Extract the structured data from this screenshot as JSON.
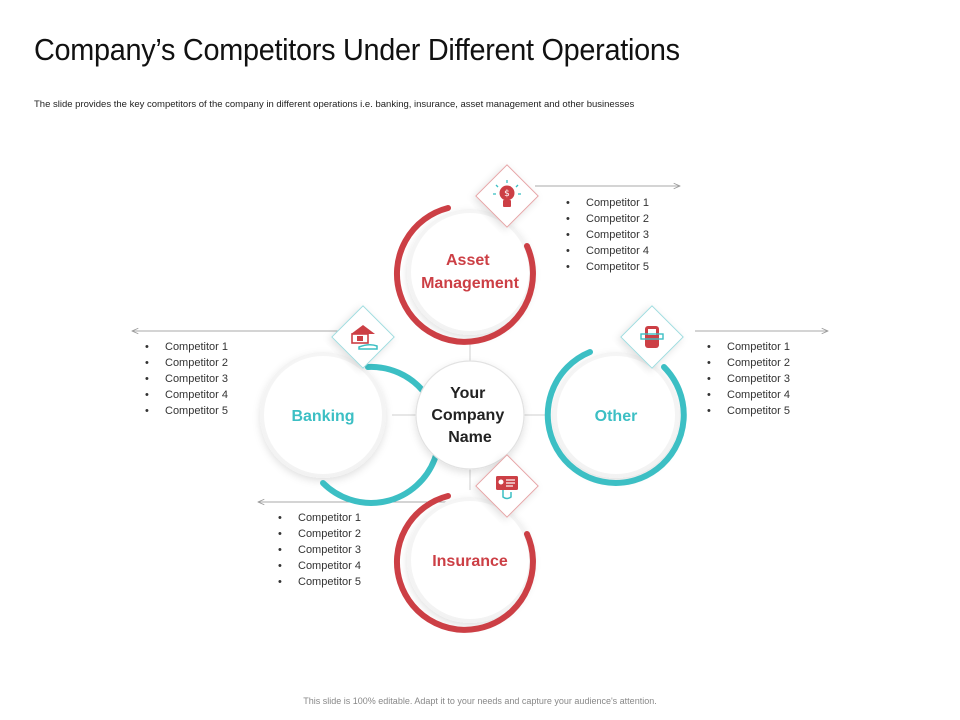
{
  "title": "Company’s Competitors Under Different Operations",
  "subtitle": "The slide provides the key competitors  of the company in different operations i.e. banking, insurance, asset management and other businesses",
  "footer": "This slide is 100% editable. Adapt it to your needs and capture your audience's attention.",
  "center": {
    "lines": [
      "Your",
      "Company",
      "Name"
    ]
  },
  "colors": {
    "red": "#cc3f45",
    "teal": "#3cbfc4"
  },
  "nodes": {
    "asset": {
      "label_lines": [
        "Asset",
        "Management"
      ],
      "icon": "lightbulb-dollar-icon",
      "competitors": [
        "Competitor 1",
        "Competitor 2",
        "Competitor 3",
        "Competitor 4",
        "Competitor 5"
      ]
    },
    "banking": {
      "label_lines": [
        "Banking"
      ],
      "icon": "bank-hand-icon",
      "competitors": [
        "Competitor 1",
        "Competitor 2",
        "Competitor 3",
        "Competitor 4",
        "Competitor 5"
      ]
    },
    "other": {
      "label_lines": [
        "Other"
      ],
      "icon": "card-terminal-icon",
      "competitors": [
        "Competitor 1",
        "Competitor 2",
        "Competitor 3",
        "Competitor 4",
        "Competitor 5"
      ]
    },
    "insurance": {
      "label_lines": [
        "Insurance"
      ],
      "icon": "policy-document-icon",
      "competitors": [
        "Competitor 1",
        "Competitor 2",
        "Competitor 3",
        "Competitor 4",
        "Competitor 5"
      ]
    }
  }
}
